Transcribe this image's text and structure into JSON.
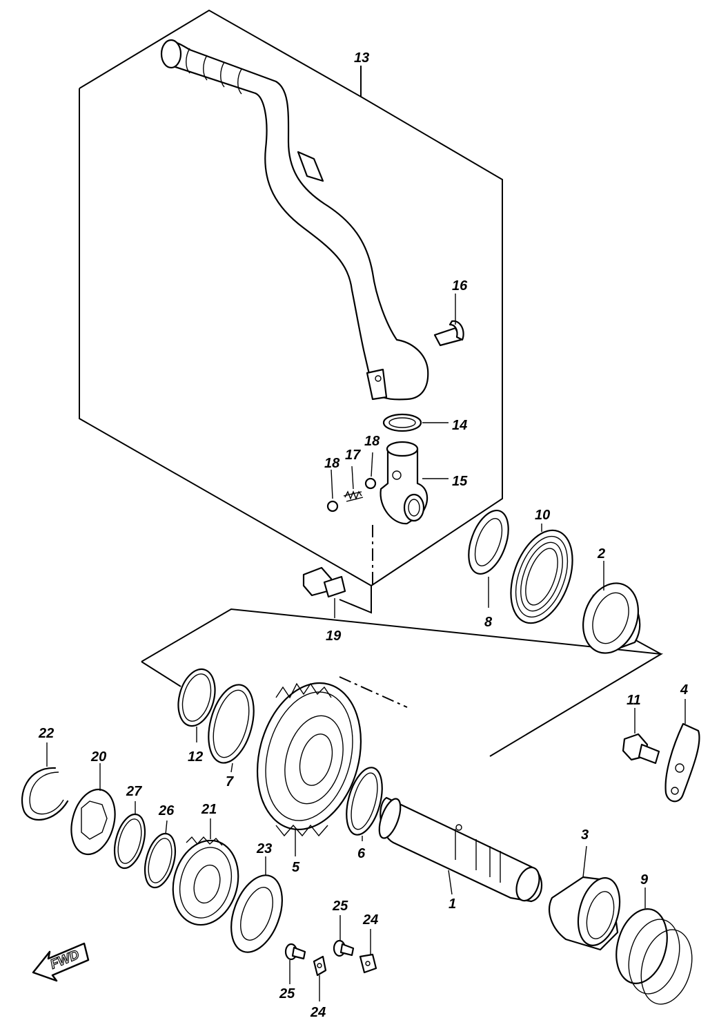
{
  "callouts": {
    "p1": "1",
    "p2": "2",
    "p3": "3",
    "p4": "4",
    "p5": "5",
    "p6": "6",
    "p7": "7",
    "p8": "8",
    "p9": "9",
    "p10": "10",
    "p11": "11",
    "p12": "12",
    "p13": "13",
    "p14": "14",
    "p15": "15",
    "p16": "16",
    "p17": "17",
    "p18a": "18",
    "p18b": "18",
    "p19": "19",
    "p20": "20",
    "p21": "21",
    "p22": "22",
    "p23": "23",
    "p24a": "24",
    "p24b": "24",
    "p25a": "25",
    "p25b": "25",
    "p26": "26",
    "p27": "27"
  },
  "fwd_label": "FWD"
}
